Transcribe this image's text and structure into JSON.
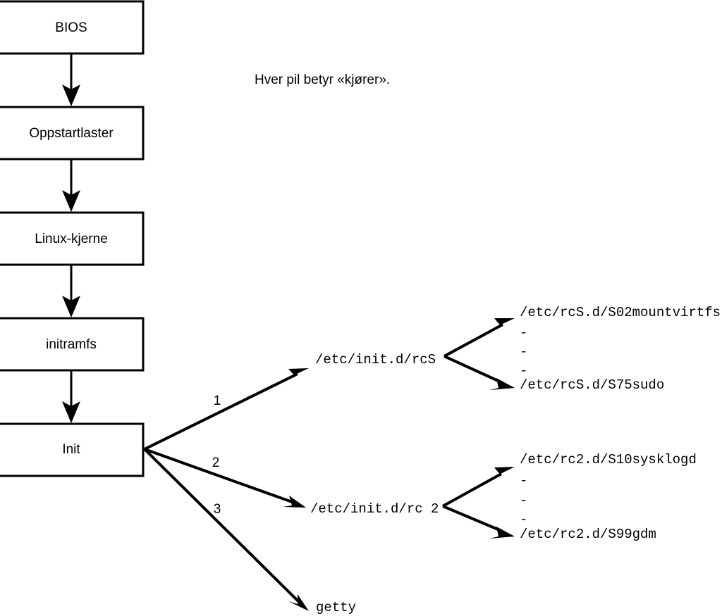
{
  "diagram": {
    "caption": "Hver pil betyr «kjører».",
    "boot_chain": [
      {
        "label": "BIOS"
      },
      {
        "label": "Oppstartlaster"
      },
      {
        "label": "Linux-kjerne"
      },
      {
        "label": "initramfs"
      },
      {
        "label": "Init"
      }
    ],
    "init_branches": [
      {
        "number": "1",
        "label": "/etc/init.d/rcS"
      },
      {
        "number": "2",
        "label": "/etc/init.d/rc 2"
      },
      {
        "number": "3",
        "label": "getty"
      }
    ],
    "rcs_scripts": {
      "first": "/etc/rcS.d/S02mountvirtfs",
      "ellipsis": [
        "-",
        "-",
        "-"
      ],
      "last": "/etc/rcS.d/S75sudo"
    },
    "rc2_scripts": {
      "first": "/etc/rc2.d/S10sysklogd",
      "ellipsis": [
        "-",
        "-",
        "-"
      ],
      "last": "/etc/rc2.d/S99gdm"
    },
    "colors": {
      "stroke": "#000000",
      "fill": "#ffffff",
      "background": "#ffffff"
    }
  }
}
